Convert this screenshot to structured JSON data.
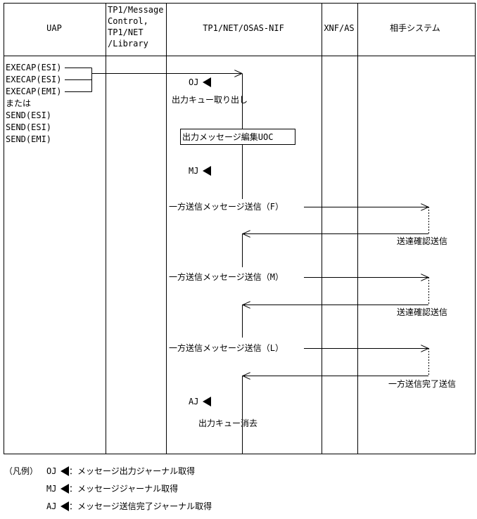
{
  "headers": {
    "uap": "UAP",
    "mc_line1": "TP1/Message",
    "mc_line2": "Control,",
    "mc_line3": "TP1/NET",
    "mc_line4": "/Library",
    "nif": "TP1/NET/OSAS-NIF",
    "xnf": "XNF/AS",
    "partner": "相手システム"
  },
  "uap_calls": [
    "EXECAP(ESI)",
    "EXECAP(ESI)",
    "EXECAP(EMI)",
    "または",
    "SEND(ESI)",
    "SEND(ESI)",
    "SEND(EMI)"
  ],
  "flow": {
    "oj": "OJ",
    "dequeue": "出力キュー取り出し",
    "uoc": "出力メッセージ編集UOC",
    "mj": "MJ",
    "send_f": "一方送信メッセージ送信（F）",
    "confirm_1": "送達確認送信",
    "send_m": "一方送信メッセージ送信（M）",
    "confirm_2": "送達確認送信",
    "send_l": "一方送信メッセージ送信（L）",
    "complete": "一方送信完了送信",
    "aj": "AJ",
    "queue_delete": "出力キュー消去"
  },
  "legend": {
    "title": "（凡例）",
    "oj_key": "OJ",
    "oj_desc": "：メッセージ出力ジャーナル取得",
    "mj_key": "MJ",
    "mj_desc": "：メッセージジャーナル取得",
    "aj_key": "AJ",
    "aj_desc": "：メッセージ送信完了ジャーナル取得"
  }
}
